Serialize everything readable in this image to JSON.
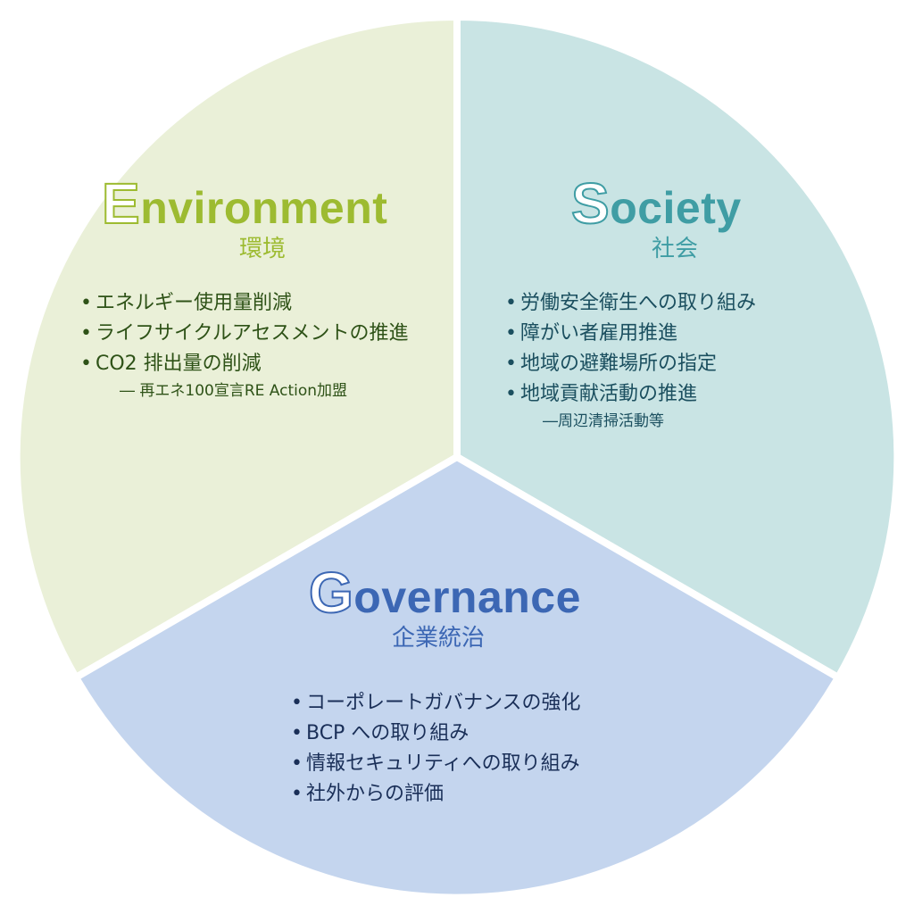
{
  "colors": {
    "environment_fill": "#eaf0d8",
    "society_fill": "#c9e4e4",
    "governance_fill": "#c4d5ee",
    "environment_accent": "#9dbb31",
    "society_accent": "#3f9da4",
    "governance_accent": "#3c67b4"
  },
  "environment": {
    "initial": "E",
    "rest": "nvironment",
    "subtitle": "環境",
    "items": [
      "エネルギー使用量削減",
      "ライフサイクルアセスメントの推進",
      "CO2 排出量の削減"
    ],
    "note": "― 再エネ100宣言RE Action加盟"
  },
  "society": {
    "initial": "S",
    "rest": "ociety",
    "subtitle": "社会",
    "items": [
      "労働安全衛生への取り組み",
      "障がい者雇用推進",
      "地域の避難場所の指定",
      "地域貢献活動の推進"
    ],
    "note": "―周辺清掃活動等"
  },
  "governance": {
    "initial": "G",
    "rest": "overnance",
    "subtitle": "企業統治",
    "items": [
      "コーポレートガバナンスの強化",
      "BCP への取り組み",
      "情報セキュリティへの取り組み",
      "社外からの評価"
    ]
  }
}
